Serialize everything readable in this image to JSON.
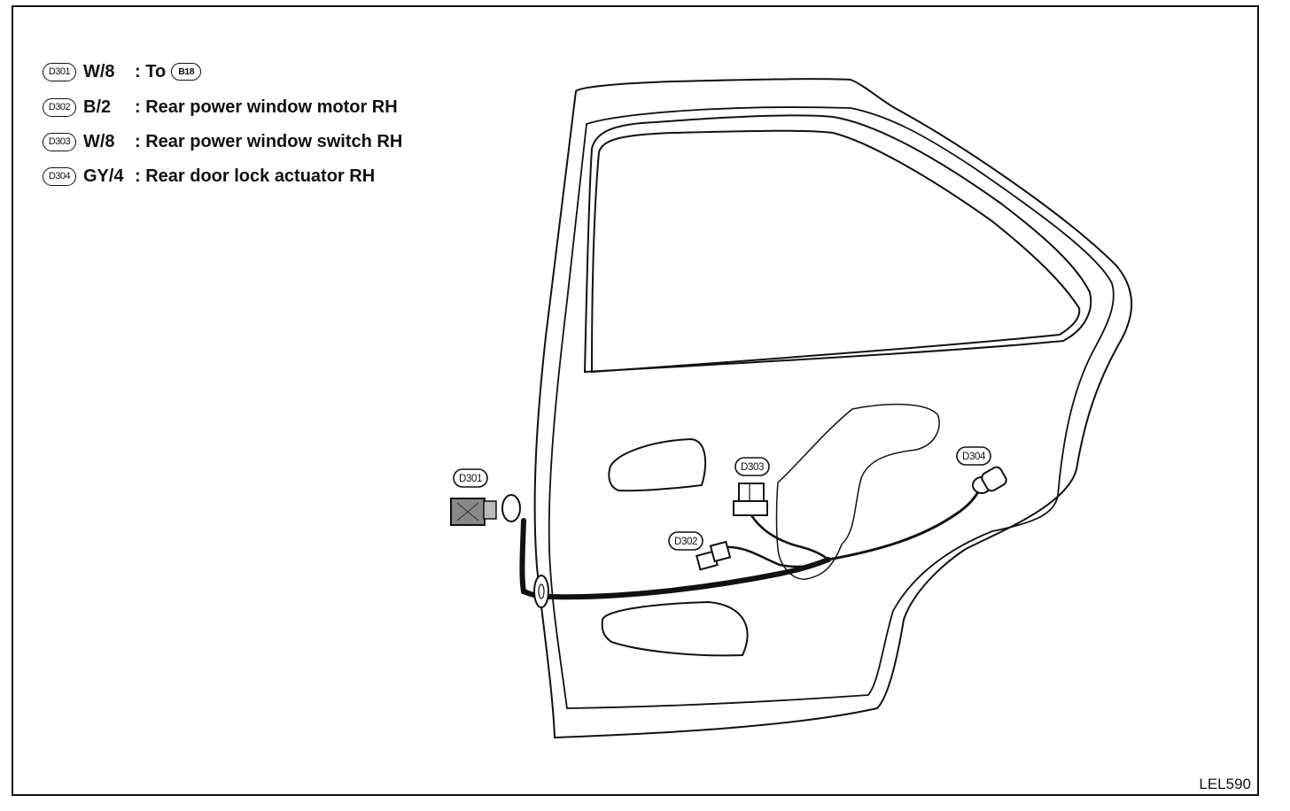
{
  "legend": [
    {
      "connector": "D301",
      "code": "W/8",
      "description": ": To",
      "target": "B18"
    },
    {
      "connector": "D302",
      "code": "B/2",
      "description": ": Rear power window motor RH"
    },
    {
      "connector": "D303",
      "code": "W/8",
      "description": ": Rear power window switch RH"
    },
    {
      "connector": "D304",
      "code": "GY/4",
      "description": ": Rear door lock actuator RH"
    }
  ],
  "callouts": {
    "d301": "D301",
    "d302": "D302",
    "d303": "D303",
    "d304": "D304"
  },
  "figure_id": "LEL590"
}
